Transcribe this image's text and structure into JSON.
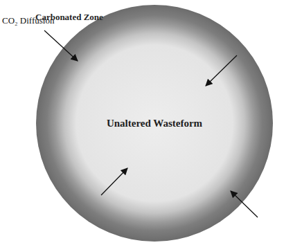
{
  "diagram": {
    "nodes": [
      {
        "text": [
          "Carbonated Zone"
        ]
      },
      {
        "text": [
          "Unaltered Wasteform"
        ],
        "in": 0
      }
    ],
    "labels": [
      "CO₂ Diffusion"
    ]
  }
}
